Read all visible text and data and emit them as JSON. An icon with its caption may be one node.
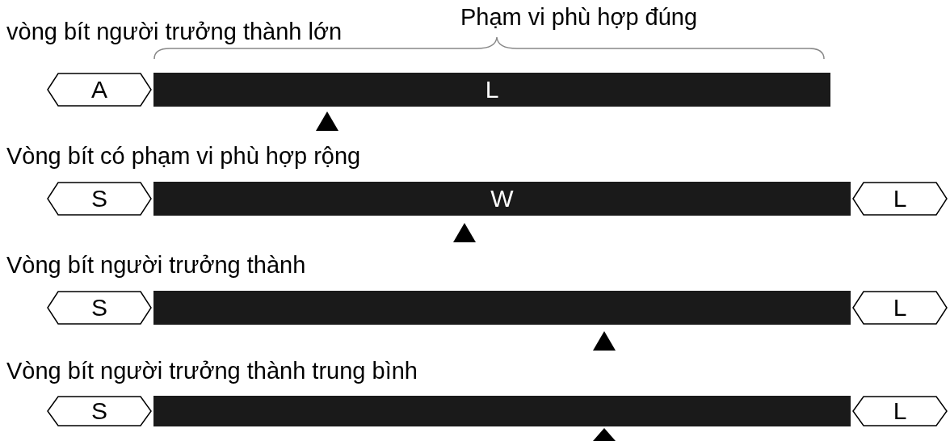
{
  "diagram": {
    "nodes": [
      {
        "text": [
          "A"
        ]
      },
      {
        "text": [
          "L"
        ]
      },
      {
        "text": [
          "S"
        ]
      },
      {
        "text": [
          "W"
        ]
      },
      {
        "text": [
          "L"
        ]
      },
      {
        "text": [
          "S"
        ]
      },
      {
        "text": [],
        "shape": "bar"
      },
      {
        "text": [
          "L"
        ]
      },
      {
        "text": [
          "S"
        ]
      },
      {
        "text": [],
        "shape": "bar"
      },
      {
        "text": [
          "L"
        ]
      }
    ],
    "labels": [
      "Phạm vi phù hợp đúng",
      "vòng bít người trưởng thành lớn",
      "Vòng bít có phạm vi phù hợp rộng",
      "Vòng bít người trưởng thành",
      "Vòng bít người trưởng thành trung bình"
    ]
  }
}
